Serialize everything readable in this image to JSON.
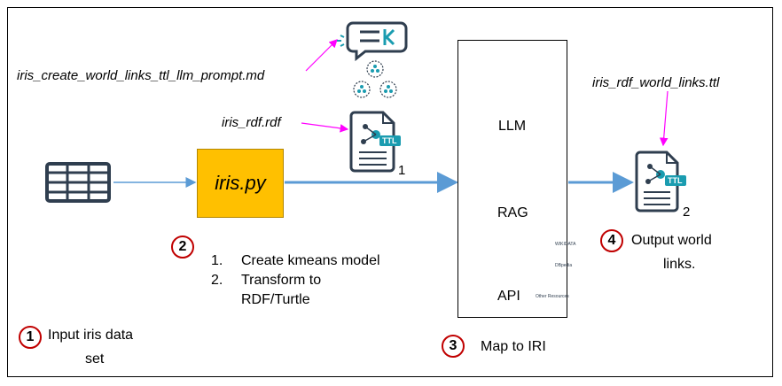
{
  "prompt_file_label": "iris_create_world_links_ttl_llm_prompt.md",
  "rdf_file_label": "iris_rdf.rdf",
  "world_links_file_label": "iris_rdf_world_links.ttl",
  "script_label": "iris.py",
  "ttl_badge": "TTL",
  "file_index_1": "1",
  "file_index_2": "2",
  "stages": {
    "llm": "LLM",
    "rag": "RAG",
    "api": "API",
    "api_badge": "API",
    "wikidata": "WIKIDATA",
    "dbpedia": "DBpedia",
    "other": "Other Resources"
  },
  "steps": {
    "s1": {
      "num": "1",
      "label_line1": "Input iris data",
      "label_line2": "set"
    },
    "s2": {
      "num": "2",
      "items": [
        {
          "n": "1.",
          "text": "Create kmeans model"
        },
        {
          "n": "2.",
          "text": "Transform to"
        },
        {
          "n": "",
          "text": "RDF/Turtle"
        }
      ]
    },
    "s3": {
      "num": "3",
      "label": "Map to IRI"
    },
    "s4": {
      "num": "4",
      "label_line1": "Output world",
      "label_line2": "links."
    }
  },
  "colors": {
    "arrow_blue": "#5b9bd5",
    "magenta": "#ff00ff",
    "orange": "#ffc000",
    "circle_red": "#c00000",
    "icon_dark": "#2f3e4f",
    "icon_teal": "#1a9cb0"
  }
}
